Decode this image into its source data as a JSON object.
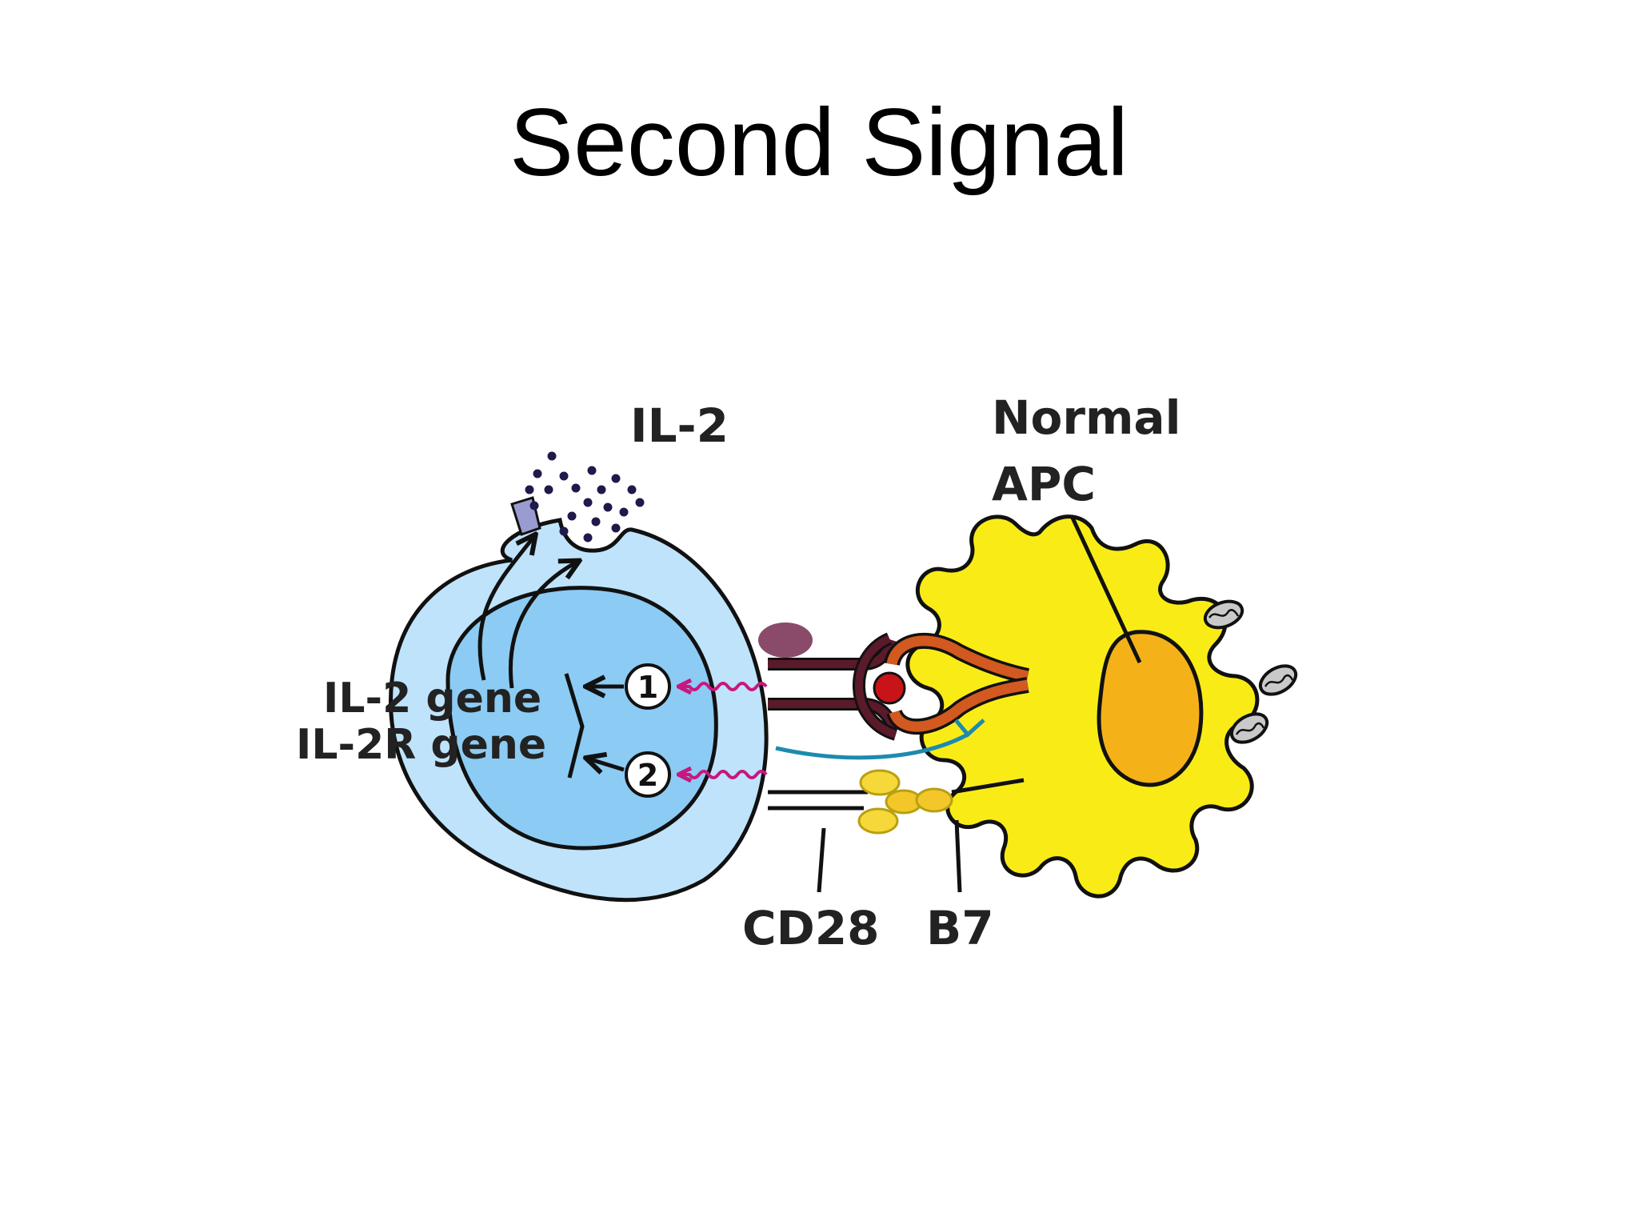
{
  "slide": {
    "title": "Second Signal"
  },
  "diagram": {
    "labels": {
      "cytokine": "IL-2",
      "apc_line1": "Normal",
      "apc_line2": "APC",
      "gene1": "IL-2 gene",
      "gene2": "IL-2R gene",
      "receptor": "CD28",
      "ligand": "B7",
      "step1": "1",
      "step2": "2"
    },
    "colors": {
      "t_cell": "#bfe3fa",
      "nucleus": "#8ccbf3",
      "apc": "#f9ec16",
      "apc_nucleus": "#f4b218",
      "signal_arrow": "#c8177f",
      "tcr": "#5a1a2a",
      "mhc": "#d2591f",
      "antigen": "#c81418",
      "cd4": "#1d8ab0",
      "costim": "#f7d83a",
      "il2_dots": "#1e1a4a"
    }
  }
}
